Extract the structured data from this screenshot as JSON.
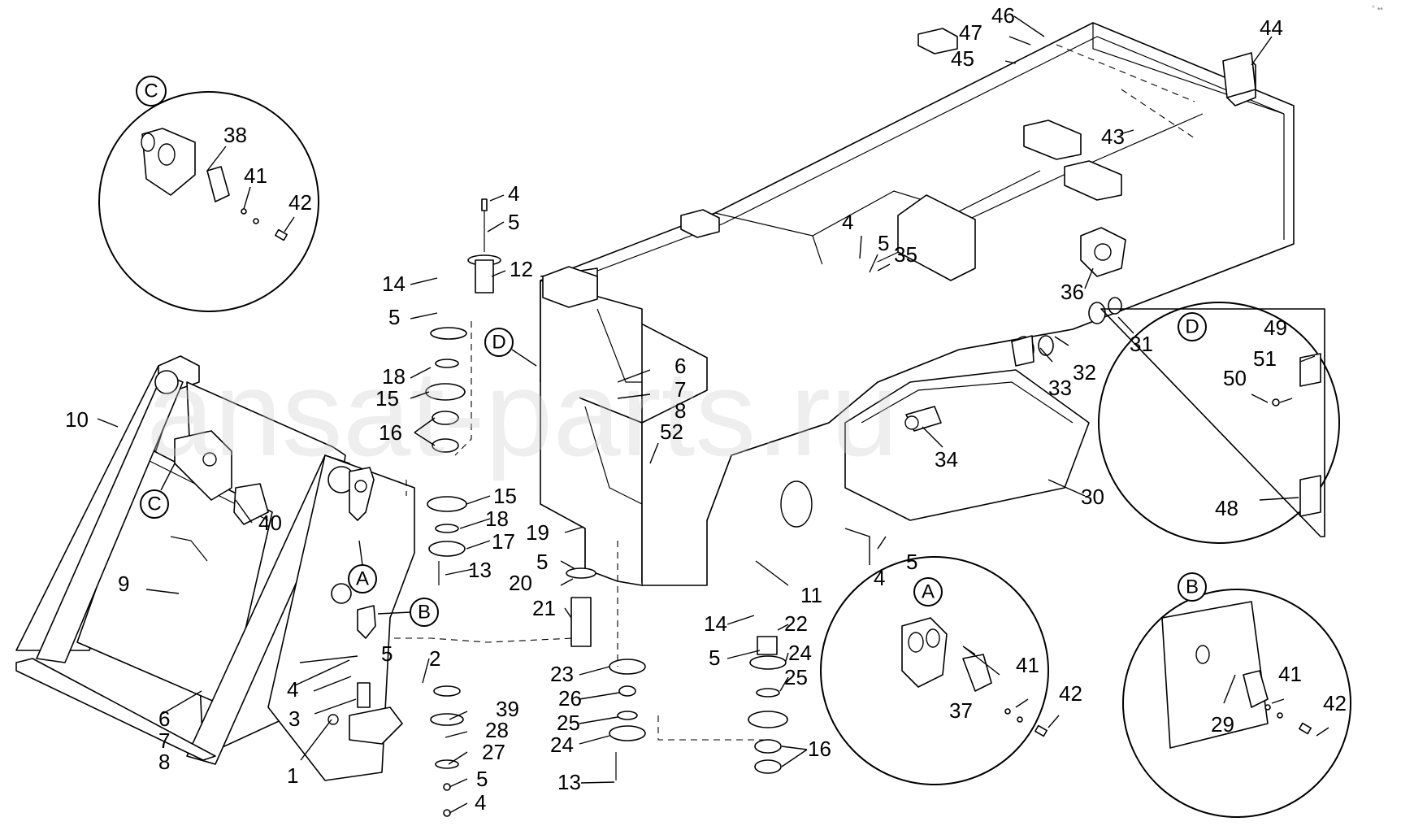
{
  "watermark": "ansat-parts.ru",
  "corner_mark": "° ••",
  "detail_bubbles": {
    "A": "A",
    "B": "B",
    "C": "C",
    "D": "D"
  },
  "callouts": {
    "n1": "1",
    "n2": "2",
    "n3": "3",
    "n4a": "4",
    "n4b": "4",
    "n4c": "4",
    "n4d": "4",
    "n4e": "4",
    "n5a": "5",
    "n5b": "5",
    "n5c": "5",
    "n5d": "5",
    "n5e": "5",
    "n5f": "5",
    "n5g": "5",
    "n6a": "6",
    "n6b": "6",
    "n7a": "7",
    "n7b": "7",
    "n8a": "8",
    "n8b": "8",
    "n9": "9",
    "n10": "10",
    "n11": "11",
    "n12": "12",
    "n13a": "13",
    "n13b": "13",
    "n14a": "14",
    "n14b": "14",
    "n15a": "15",
    "n15b": "15",
    "n16a": "16",
    "n16b": "16",
    "n17": "17",
    "n18a": "18",
    "n18b": "18",
    "n19": "19",
    "n20": "20",
    "n21": "21",
    "n22": "22",
    "n23": "23",
    "n24a": "24",
    "n24b": "24",
    "n25a": "25",
    "n25b": "25",
    "n26": "26",
    "n27": "27",
    "n28": "28",
    "n29": "29",
    "n30": "30",
    "n31": "31",
    "n32": "32",
    "n33": "33",
    "n34": "34",
    "n35": "35",
    "n36": "36",
    "n37": "37",
    "n38": "38",
    "n39": "39",
    "n40": "40",
    "n41a": "41",
    "n41b": "41",
    "n41c": "41",
    "n42a": "42",
    "n42b": "42",
    "n42c": "42",
    "n43": "43",
    "n44": "44",
    "n45": "45",
    "n46": "46",
    "n47": "47",
    "n48": "48",
    "n49": "49",
    "n50": "50",
    "n51": "51",
    "n52": "52"
  }
}
